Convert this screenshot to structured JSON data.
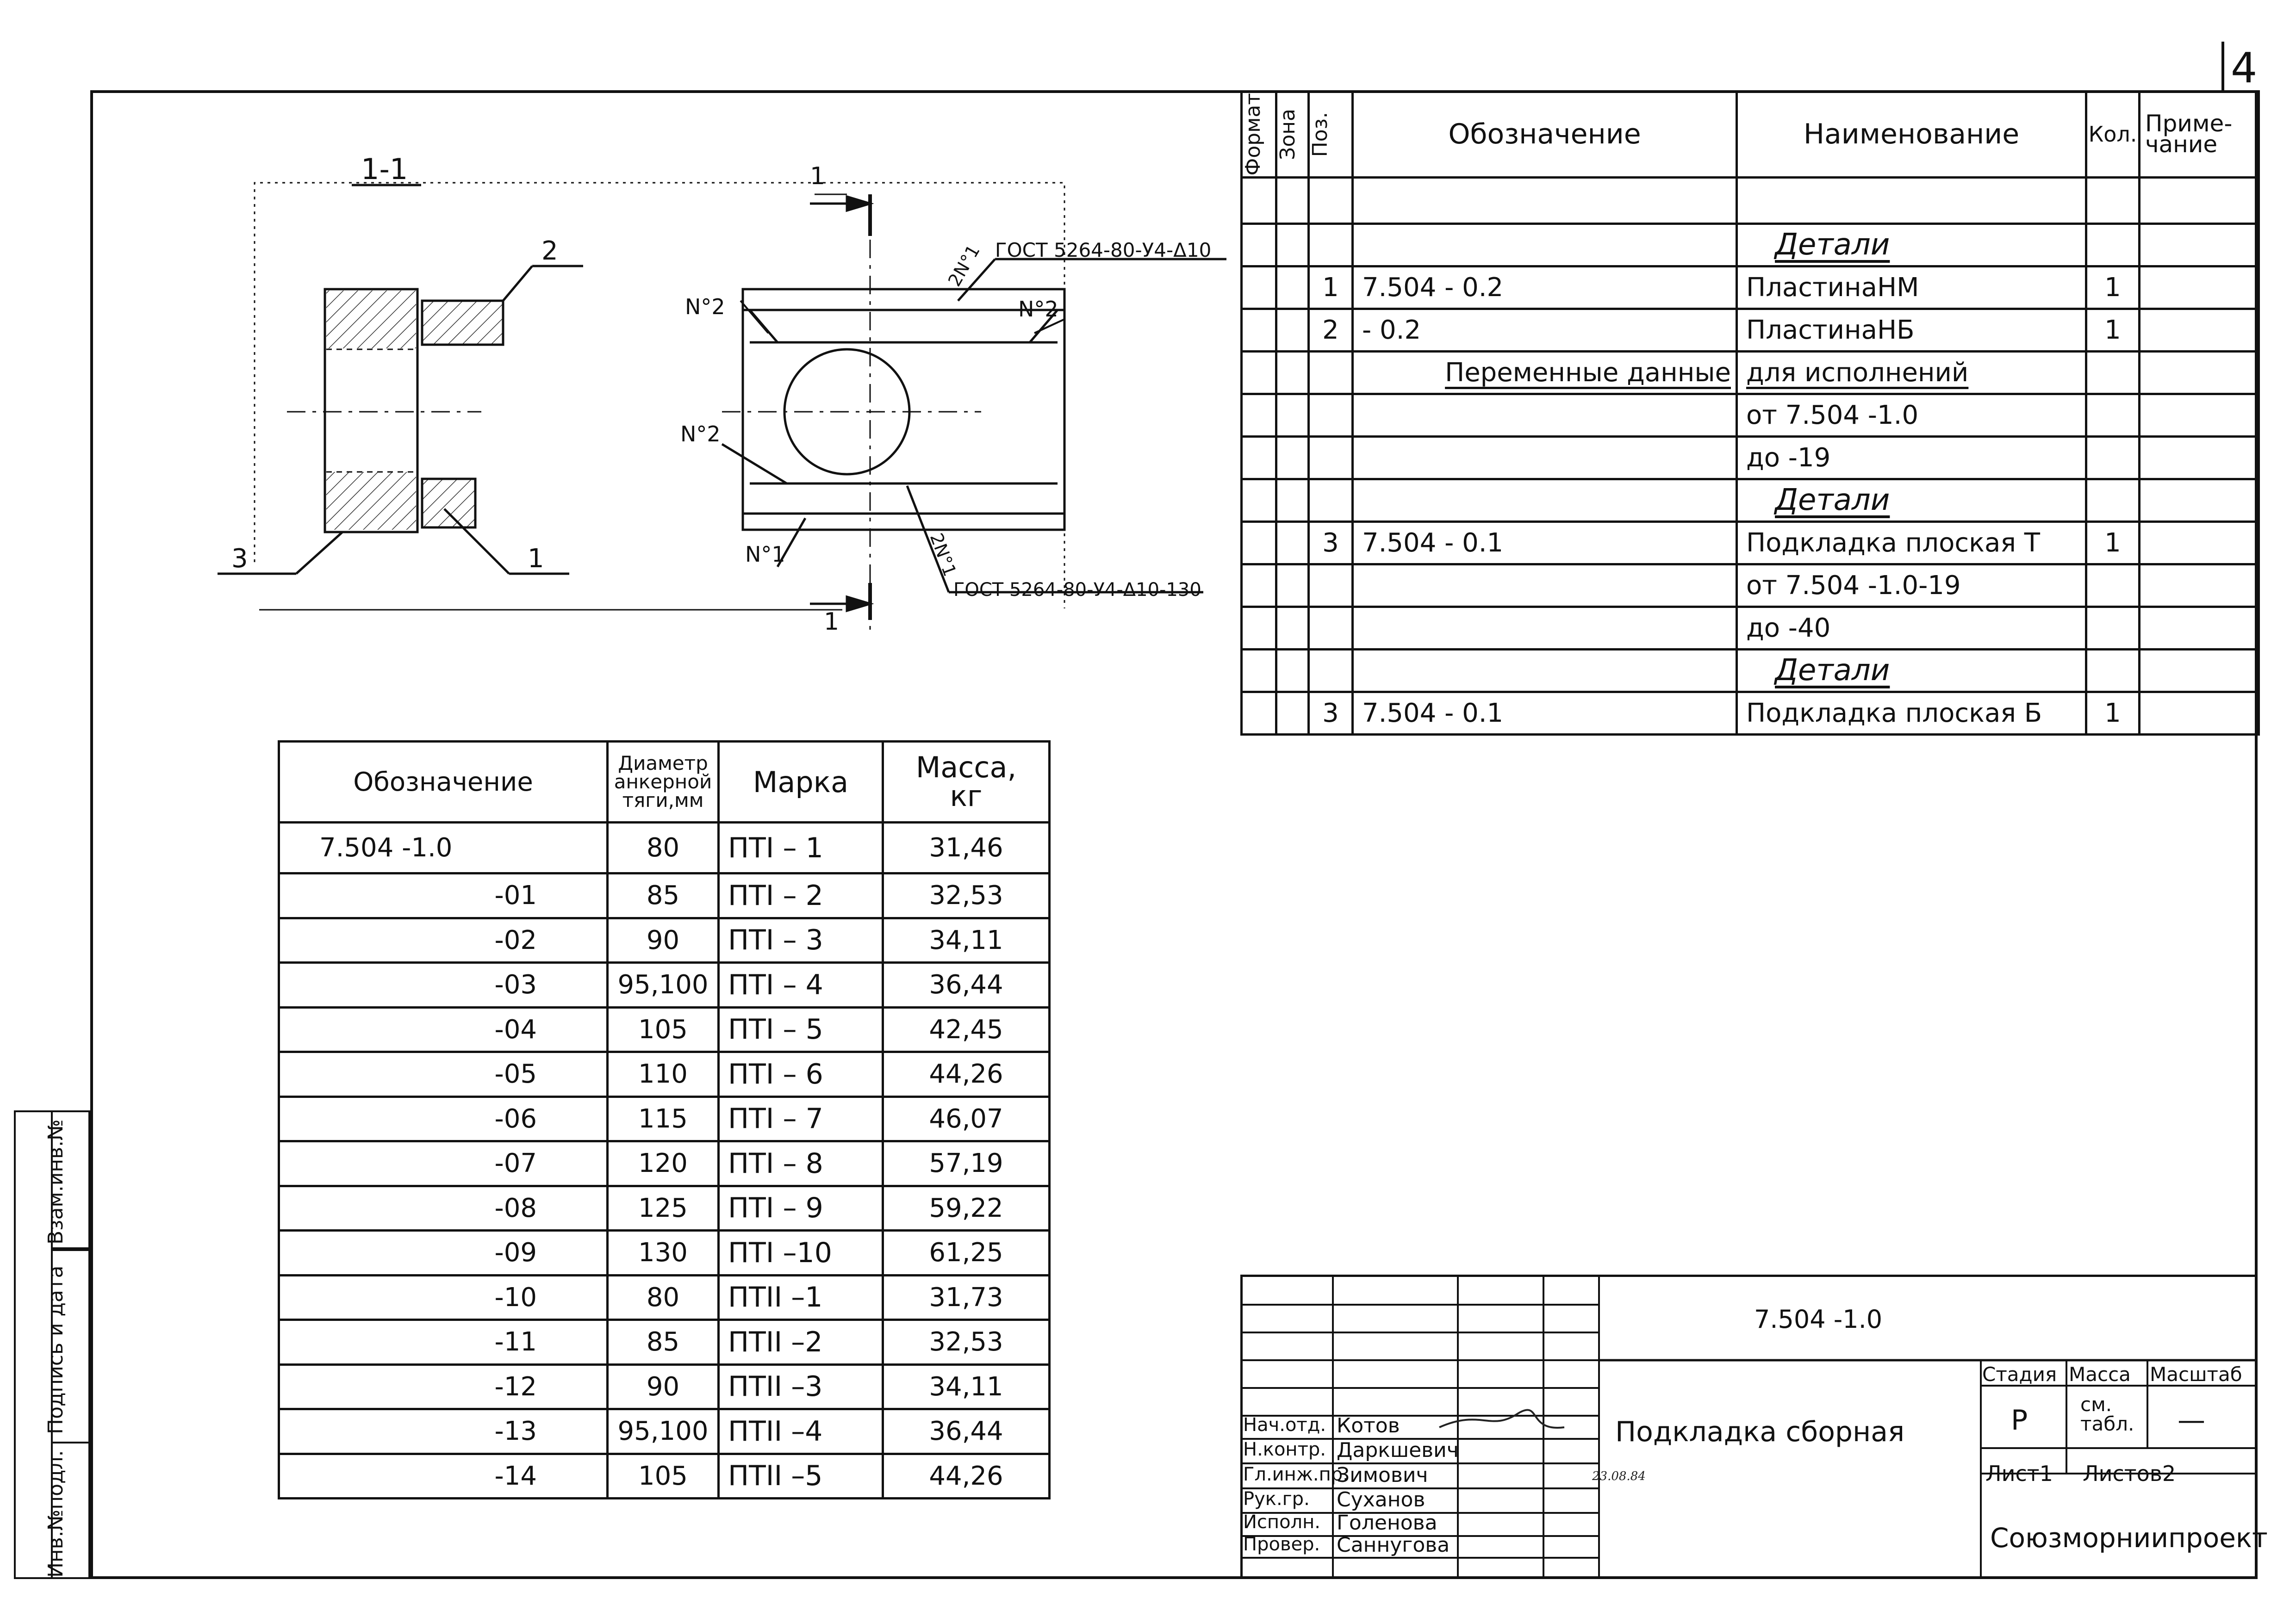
{
  "sheet_number": "4",
  "section_label": "1-1",
  "cut_marker": "1",
  "callouts": {
    "pos1": "1",
    "pos2": "2",
    "pos3": "3"
  },
  "weld_labels": {
    "n2_top_left": "N°2",
    "n2_top_right": "N°2",
    "n2_mid": "N°2",
    "n1_bottom": "N°1",
    "n1_top_rot": "2N°1",
    "n1_bot_rot": "2N°1"
  },
  "gost_top": "ГОСТ 5264-80-У4-Δ10",
  "gost_bottom": "ГОСТ 5264-80-У4-Δ10-130",
  "spec": {
    "headers": {
      "format": "Формат",
      "zone": "Зона",
      "pos": "Поз.",
      "designation": "Обозначение",
      "name": "Наименование",
      "qty": "Кол.",
      "note": "Приме-\nчание"
    },
    "rows": [
      {
        "pos": "",
        "designation": "",
        "name": "",
        "qty": ""
      },
      {
        "pos": "",
        "designation": "",
        "name": "Детали",
        "qty": "",
        "section": true
      },
      {
        "pos": "1",
        "designation": "7.504     - 0.2",
        "name": "ПластинаНМ",
        "qty": "1"
      },
      {
        "pos": "2",
        "designation": "              - 0.2",
        "name": "ПластинаНБ",
        "qty": "1"
      },
      {
        "pos": "",
        "designation": "Переменные   данные",
        "name": "для исполнений",
        "qty": "",
        "variable": true
      },
      {
        "pos": "",
        "designation": "",
        "name": "от 7.504     -1.0",
        "qty": ""
      },
      {
        "pos": "",
        "designation": "",
        "name": "до                        -19",
        "qty": ""
      },
      {
        "pos": "",
        "designation": "",
        "name": "Детали",
        "qty": "",
        "section": true
      },
      {
        "pos": "3",
        "designation": "7.504     - 0.1",
        "name": "Подкладка плоская Т",
        "qty": "1"
      },
      {
        "pos": "",
        "designation": "",
        "name": "от 7.504    -1.0-19",
        "qty": ""
      },
      {
        "pos": "",
        "designation": "",
        "name": "до                       -40",
        "qty": ""
      },
      {
        "pos": "",
        "designation": "",
        "name": "Детали",
        "qty": "",
        "section": true
      },
      {
        "pos": "3",
        "designation": "7.504      - 0.1",
        "name": "Подкладка плоская Б",
        "qty": "1"
      }
    ]
  },
  "data_table": {
    "headers": {
      "designation": "Обозначение",
      "diameter": "Диаметр\nанкерной\nтяги,мм",
      "mark": "Марка",
      "mass": "Масса,\nкг"
    },
    "rows": [
      {
        "designation": "7.504     -1.0",
        "diameter": "80",
        "mark": "ПТI  – 1",
        "mass": "31,46",
        "first": true
      },
      {
        "designation": "-01",
        "diameter": "85",
        "mark": "ПТI  – 2",
        "mass": "32,53"
      },
      {
        "designation": "-02",
        "diameter": "90",
        "mark": "ПТI  – 3",
        "mass": "34,11"
      },
      {
        "designation": "-03",
        "diameter": "95,100",
        "mark": "ПТI  – 4",
        "mass": "36,44"
      },
      {
        "designation": "-04",
        "diameter": "105",
        "mark": "ПТI  – 5",
        "mass": "42,45"
      },
      {
        "designation": "-05",
        "diameter": "110",
        "mark": "ПТI  – 6",
        "mass": "44,26"
      },
      {
        "designation": "-06",
        "diameter": "115",
        "mark": "ПТI  – 7",
        "mass": "46,07"
      },
      {
        "designation": "-07",
        "diameter": "120",
        "mark": "ПТI  – 8",
        "mass": "57,19"
      },
      {
        "designation": "-08",
        "diameter": "125",
        "mark": "ПТI  – 9",
        "mass": "59,22"
      },
      {
        "designation": "-09",
        "diameter": "130",
        "mark": "ПТI  –10",
        "mass": "61,25"
      },
      {
        "designation": "-10",
        "diameter": "80",
        "mark": "ПТII  –1",
        "mass": "31,73"
      },
      {
        "designation": "-11",
        "diameter": "85",
        "mark": "ПТII  –2",
        "mass": "32,53"
      },
      {
        "designation": "-12",
        "diameter": "90",
        "mark": "ПТII  –3",
        "mass": "34,11"
      },
      {
        "designation": "-13",
        "diameter": "95,100",
        "mark": "ПТII  –4",
        "mass": "36,44"
      },
      {
        "designation": "-14",
        "diameter": "105",
        "mark": "ПТII  –5",
        "mass": "44,26"
      }
    ]
  },
  "title_block": {
    "doc_code": "7.504     -1.0",
    "title": "Подкладка сборная",
    "stage_label": "Стадия",
    "mass_label": "Масса",
    "scale_label": "Масштаб",
    "stage": "Р",
    "mass": "см.\nтабл.",
    "scale": "—",
    "sheet_label": "Лист1",
    "sheets_label": "Листов2",
    "org": "Союзморниипроект",
    "date": "23.08.84",
    "staff": [
      {
        "role": "Нач.отд.",
        "name": "Котов"
      },
      {
        "role": "Н.контр.",
        "name": "Даркшевич"
      },
      {
        "role": "Гл.инж.пр.",
        "name": "Зимович"
      },
      {
        "role": "Рук.гр.",
        "name": "Суханов"
      },
      {
        "role": "Исполн.",
        "name": "Голенова"
      },
      {
        "role": "Провер.",
        "name": "Саннугова"
      }
    ]
  },
  "side_stamp": {
    "inv": "Инв.№подл.",
    "sign": "Подпись и дата",
    "vzam": "Взам.инв.№"
  }
}
